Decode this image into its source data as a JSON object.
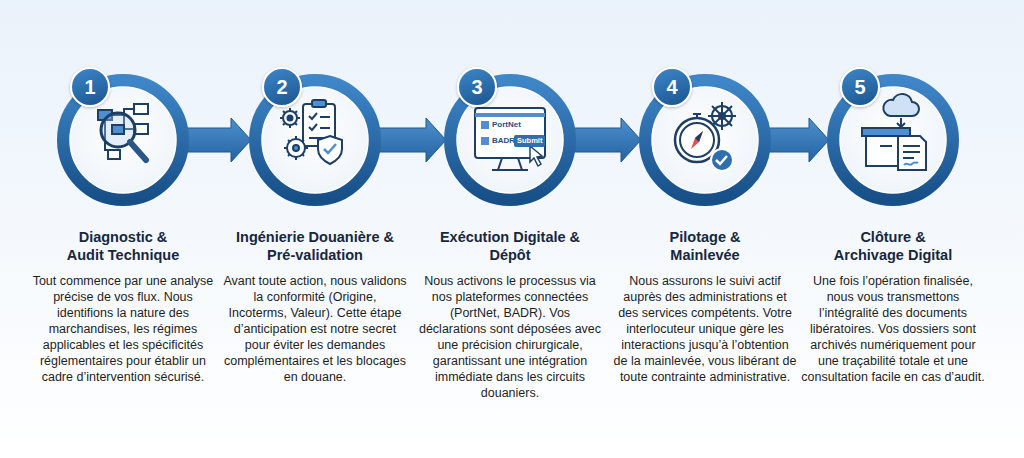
{
  "diagram": {
    "nodes": [
      {
        "text": [
          "Diagnostic & Audit Technique",
          "Tout commence par une analyse précise de vos flux. Nous identifions la nature des marchandises, les régimes applicables et les spécificités réglementaires pour établir un cadre d’intervention sécurisé."
        ]
      },
      {
        "text": [
          "1"
        ],
        "in": 0
      },
      {
        "text": [
          "Ingénierie Douanière & Pré-validation",
          "Avant toute action, nous validons la conformité (Origine, Incoterms, Valeur). Cette étape d’anticipation est notre secret pour éviter les demandes complémentaires et les blocages en douane."
        ]
      },
      {
        "text": [
          "2"
        ],
        "in": 2
      },
      {
        "text": [
          "Exécution Digitale & Dépôt",
          "Nous activons le processus via nos plateformes connectées (PortNet, BADR). Vos déclarations sont déposées avec une précision chirurgicale, garantissant une intégration immédiate dans les circuits douaniers."
        ]
      },
      {
        "text": [
          "3"
        ],
        "in": 4
      },
      {
        "text": [
          "Pilotage & Mainlevée",
          "Nous assurons le suivi actif auprès des administrations et des services compétents. Votre interlocuteur unique gère les interactions jusqu’à l’obtention de la mainlevée, vous libérant de toute contrainte administrative."
        ]
      },
      {
        "text": [
          "4"
        ],
        "in": 6
      },
      {
        "text": [
          "Clôture & Archivage Digital",
          "Une fois l’opération finalisée, nous vous transmettons l’intégralité des documents libératoires. Vos dossiers sont archivés numériquement pour une traçabilité totale et une consultation facile en cas d’audit."
        ]
      },
      {
        "text": [
          "5"
        ],
        "in": 8
      }
    ],
    "edges": [
      {
        "from": 0,
        "to": 2,
        "arrow": "to"
      },
      {
        "from": 2,
        "to": 4,
        "arrow": "to"
      },
      {
        "from": 4,
        "to": 6,
        "arrow": "to"
      },
      {
        "from": 6,
        "to": 8,
        "arrow": "to"
      }
    ],
    "labels": [
      "PortNet",
      "BADR",
      "Submit"
    ]
  }
}
